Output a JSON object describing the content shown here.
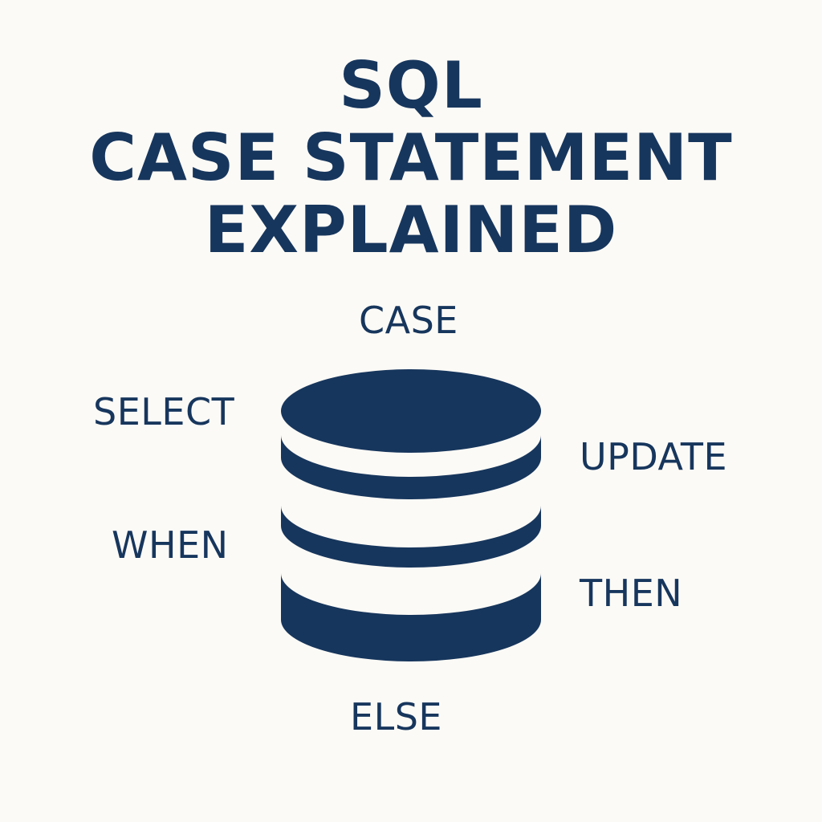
{
  "title": {
    "line1": "SQL",
    "line2": "CASE STATEMENT",
    "line3": "EXPLAINED"
  },
  "keywords": {
    "case": "CASE",
    "select": "SELECT",
    "update": "UPDATE",
    "when": "WHEN",
    "then": "THEN",
    "else": "ELSE"
  },
  "colors": {
    "background": "#fcfaf6",
    "primary": "#17365d"
  },
  "icon": "database-icon"
}
